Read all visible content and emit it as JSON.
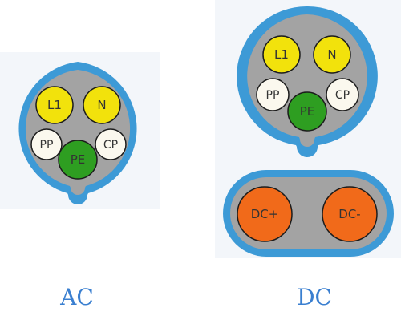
{
  "colors": {
    "panel_bg": "#f3f6fa",
    "outer_ring": "#3d9ad6",
    "face": "#a3a3a3",
    "ac_power_pin": "#f2e20c",
    "signal_pin": "#fbf8ee",
    "earth_pin": "#2e9e21",
    "dc_pin": "#f16a1a",
    "pin_outline": "#1c1c1c",
    "caption": "#3a7fd0"
  },
  "ac": {
    "caption": "AC",
    "pins": {
      "l1": "L1",
      "n": "N",
      "pp": "PP",
      "cp": "CP",
      "pe": "PE"
    }
  },
  "dc": {
    "caption": "DC",
    "top_pins": {
      "l1": "L1",
      "n": "N",
      "pp": "PP",
      "cp": "CP",
      "pe": "PE"
    },
    "bottom_pins": {
      "dc_plus": "DC+",
      "dc_minus": "DC-"
    }
  }
}
